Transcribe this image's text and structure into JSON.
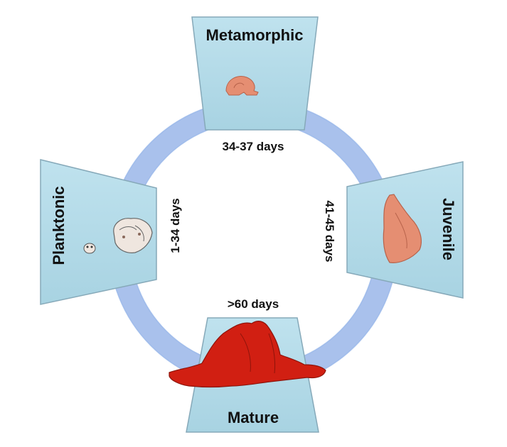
{
  "stages": {
    "metamorphic": "Metamorphic",
    "juvenile": "Juvenile",
    "mature": "Mature",
    "planktonic": "Planktonic"
  },
  "durations": {
    "metamorphic": "34-37 days",
    "juvenile": "41-45 days",
    "mature": ">60 days",
    "planktonic": "1-34 days"
  },
  "colors": {
    "ring": "#a9c1ec",
    "ring_edge": "#8fb0e6",
    "panel_fill": "#b8dde9",
    "panel_edge": "#7fa3b4",
    "small_animal": "#e58e72",
    "mature_animal": "#d11f12",
    "larva": "#efe6df"
  }
}
